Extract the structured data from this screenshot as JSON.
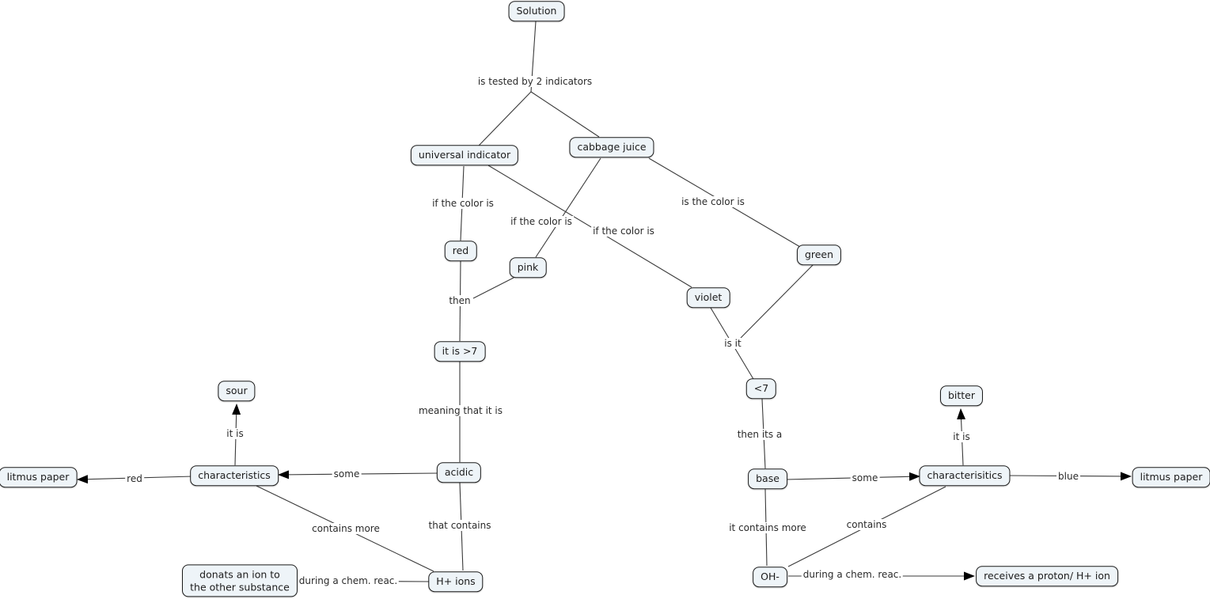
{
  "colors": {
    "background": "#ffffff",
    "node_fill": "#eef4f8",
    "node_border": "#1a1a1a",
    "line": "#3a3a3a",
    "text": "#1c1c1c"
  },
  "nodes": {
    "solution": {
      "label": "Solution"
    },
    "universal_indicator": {
      "label": "universal indicator"
    },
    "cabbage_juice": {
      "label": "cabbage juice"
    },
    "red": {
      "label": "red"
    },
    "pink": {
      "label": "pink"
    },
    "green": {
      "label": "green"
    },
    "violet": {
      "label": "violet"
    },
    "greater7": {
      "label": "it is >7"
    },
    "less7": {
      "label": "<7"
    },
    "sour": {
      "label": "sour"
    },
    "bitter": {
      "label": "bitter"
    },
    "litmus_left": {
      "label": "litmus paper"
    },
    "characteristics_left": {
      "label": "characteristics"
    },
    "acidic": {
      "label": "acidic"
    },
    "base": {
      "label": "base"
    },
    "characteristics_right": {
      "label": "characterisitics"
    },
    "litmus_right": {
      "label": "litmus paper"
    },
    "donates": {
      "label": "donats an ion to the other substance"
    },
    "h_ions": {
      "label": "H+ ions"
    },
    "oh_ions": {
      "label": "OH-"
    },
    "receives": {
      "label": "receives a proton/ H+ ion"
    }
  },
  "edge_labels": {
    "is_tested": {
      "text": "is tested by 2 indicators"
    },
    "if_color_1": {
      "text": "if the color is"
    },
    "if_color_2": {
      "text": "if the color is"
    },
    "if_color_3": {
      "text": "if the color is"
    },
    "is_the_color": {
      "text": "is the color is"
    },
    "then": {
      "text": "then"
    },
    "is_it": {
      "text": "is it"
    },
    "meaning": {
      "text": "meaning that it is"
    },
    "then_its_a": {
      "text": "then its a"
    },
    "it_is_left": {
      "text": "it is"
    },
    "it_is_right": {
      "text": "it is"
    },
    "red": {
      "text": "red"
    },
    "some_left": {
      "text": "some"
    },
    "some_right": {
      "text": "some"
    },
    "blue": {
      "text": "blue"
    },
    "contains_more": {
      "text": "contains more"
    },
    "that_contains": {
      "text": "that contains"
    },
    "it_contains_more": {
      "text": "it contains more"
    },
    "contains": {
      "text": "contains"
    },
    "during_left": {
      "text": "during a chem. reac."
    },
    "during_right": {
      "text": "during a chem. reac."
    }
  }
}
